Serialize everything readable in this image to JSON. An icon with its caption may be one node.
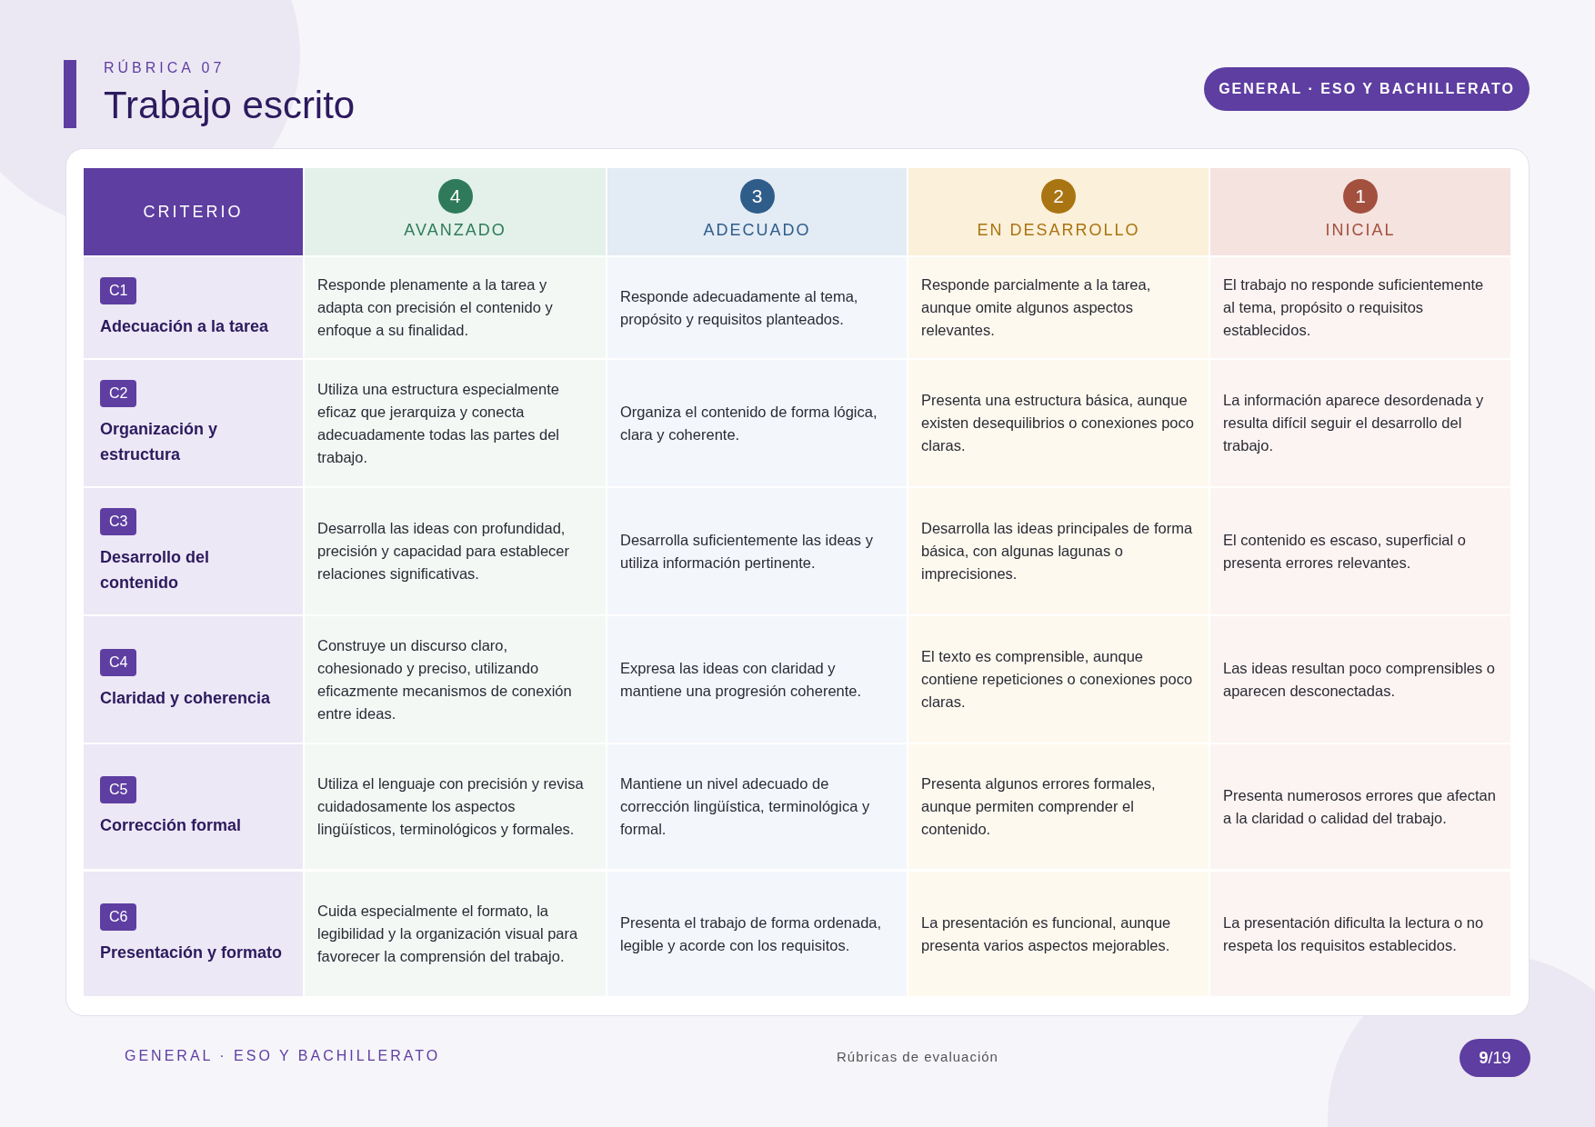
{
  "diagram": {
    "title": "Trabajo escrito",
    "labels": [
      "RÚBRICA 07",
      "GENERAL · ESO Y BACHILLERATO",
      "CRITERIO",
      "4",
      "AVANZADO",
      "3",
      "ADECUADO",
      "2",
      "EN DESARROLLO",
      "1",
      "INICIAL",
      "C1",
      "Adecuación a la tarea",
      "Responde plenamente a la tarea y adapta con precisión el contenido y enfoque a su finalidad.",
      "Responde adecuadamente al tema, propósito y requisitos planteados.",
      "Responde parcialmente a la tarea, aunque omite algunos aspectos relevantes.",
      "El trabajo no responde suficientemente al tema, propósito o requisitos establecidos.",
      "C2",
      "Organización y estructura",
      "Utiliza una estructura especialmente eficaz que jerarquiza y conecta adecuadamente todas las partes del trabajo.",
      "Organiza el contenido de forma lógica, clara y coherente.",
      "Presenta una estructura básica, aunque existen desequilibrios o conexiones poco claras.",
      "La información aparece desordenada y resulta difícil seguir el desarrollo del trabajo.",
      "C3",
      "Desarrollo del contenido",
      "Desarrolla las ideas con profundidad, precisión y capacidad para establecer relaciones significativas.",
      "Desarrolla suficientemente las ideas y utiliza información pertinente.",
      "Desarrolla las ideas principales de forma básica, con algunas lagunas o imprecisiones.",
      "El contenido es escaso, superficial o presenta errores relevantes.",
      "C4",
      "Claridad y coherencia",
      "Construye un discurso claro, cohesionado y preciso, utilizando eficazmente mecanismos de conexión entre ideas.",
      "Expresa las ideas con claridad y mantiene una progresión coherente.",
      "El texto es comprensible, aunque contiene repeticiones o conexiones poco claras.",
      "Las ideas resultan poco comprensibles o aparecen desconectadas.",
      "C5",
      "Corrección formal",
      "Utiliza el lenguaje con precisión y revisa cuidadosamente los aspectos lingüísticos, terminológicos y formales.",
      "Mantiene un nivel adecuado de corrección lingüística, terminológica y formal.",
      "Presenta algunos errores formales, aunque permiten comprender el contenido.",
      "Presenta numerosos errores que afectan a la claridad o calidad del trabajo.",
      "C6",
      "Presentación y formato",
      "Cuida especialmente el formato, la legibilidad y la organización visual para favorecer la comprensión del trabajo.",
      "Presenta el trabajo de forma ordenada, legible y acorde con los requisitos.",
      "La presentación es funcional, aunque presenta varios aspectos mejorables.",
      "La presentación dificulta la lectura o no respeta los requisitos establecidos.",
      "GENERAL · ESO Y BACHILLERATO",
      "Rúbricas de evaluación",
      "**9**/19"
    ]
  }
}
